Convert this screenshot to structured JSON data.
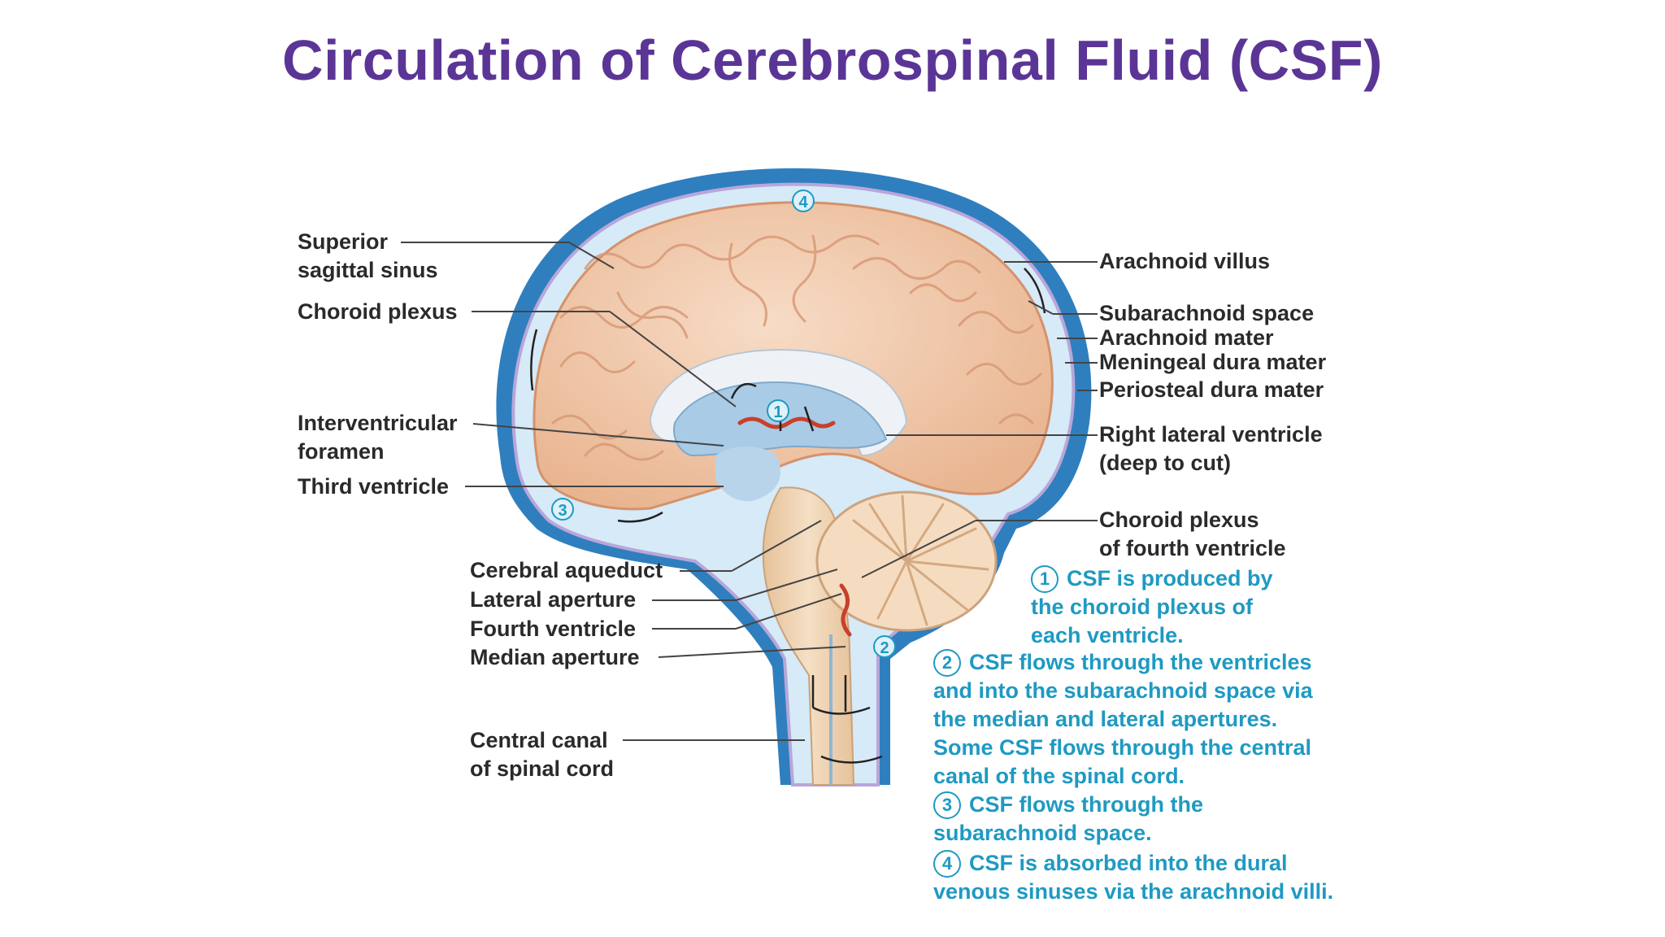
{
  "title": "Circulation of Cerebrospinal Fluid (CSF)",
  "labels_left": [
    {
      "line1": "Superior",
      "line2": "sagittal sinus"
    },
    {
      "line1": "Choroid plexus",
      "line2": ""
    },
    {
      "line1": "Interventricular",
      "line2": "foramen"
    },
    {
      "line1": "Third ventricle",
      "line2": ""
    },
    {
      "line1": "Cerebral aqueduct",
      "line2": ""
    },
    {
      "line1": "Lateral aperture",
      "line2": ""
    },
    {
      "line1": "Fourth ventricle",
      "line2": ""
    },
    {
      "line1": "Median aperture",
      "line2": ""
    },
    {
      "line1": "Central canal",
      "line2": "of spinal cord"
    }
  ],
  "labels_right": [
    {
      "line1": "Arachnoid villus",
      "line2": ""
    },
    {
      "line1": "Subarachnoid space",
      "line2": ""
    },
    {
      "line1": "Arachnoid mater",
      "line2": ""
    },
    {
      "line1": "Meningeal dura mater",
      "line2": ""
    },
    {
      "line1": "Periosteal dura mater",
      "line2": ""
    },
    {
      "line1": "Right lateral ventricle",
      "line2": "(deep to cut)"
    },
    {
      "line1": "Choroid plexus",
      "line2": "of fourth ventricle"
    }
  ],
  "steps": [
    {
      "num": "1",
      "lines": [
        "CSF is produced by",
        "the choroid plexus of",
        "each ventricle."
      ]
    },
    {
      "num": "2",
      "lines": [
        "CSF flows through the ventricles",
        "and into the subarachnoid space via",
        "the median and lateral apertures.",
        "Some CSF flows through the central",
        "canal of the spinal cord."
      ]
    },
    {
      "num": "3",
      "lines": [
        "CSF flows through the",
        "subarachnoid space."
      ]
    },
    {
      "num": "4",
      "lines": [
        "CSF is absorbed into the dural",
        "venous sinuses via the arachnoid villi."
      ]
    }
  ],
  "diagram_markers": [
    "1",
    "2",
    "3",
    "4"
  ],
  "colors": {
    "title": "#5b3596",
    "step_text": "#1e9ac2",
    "dura": "#2f7fbf",
    "subarachnoid": "#cfe6f6",
    "brain": "#f2c9aa",
    "ventricle": "#a9cbe5",
    "choroid": "#c8402b"
  }
}
